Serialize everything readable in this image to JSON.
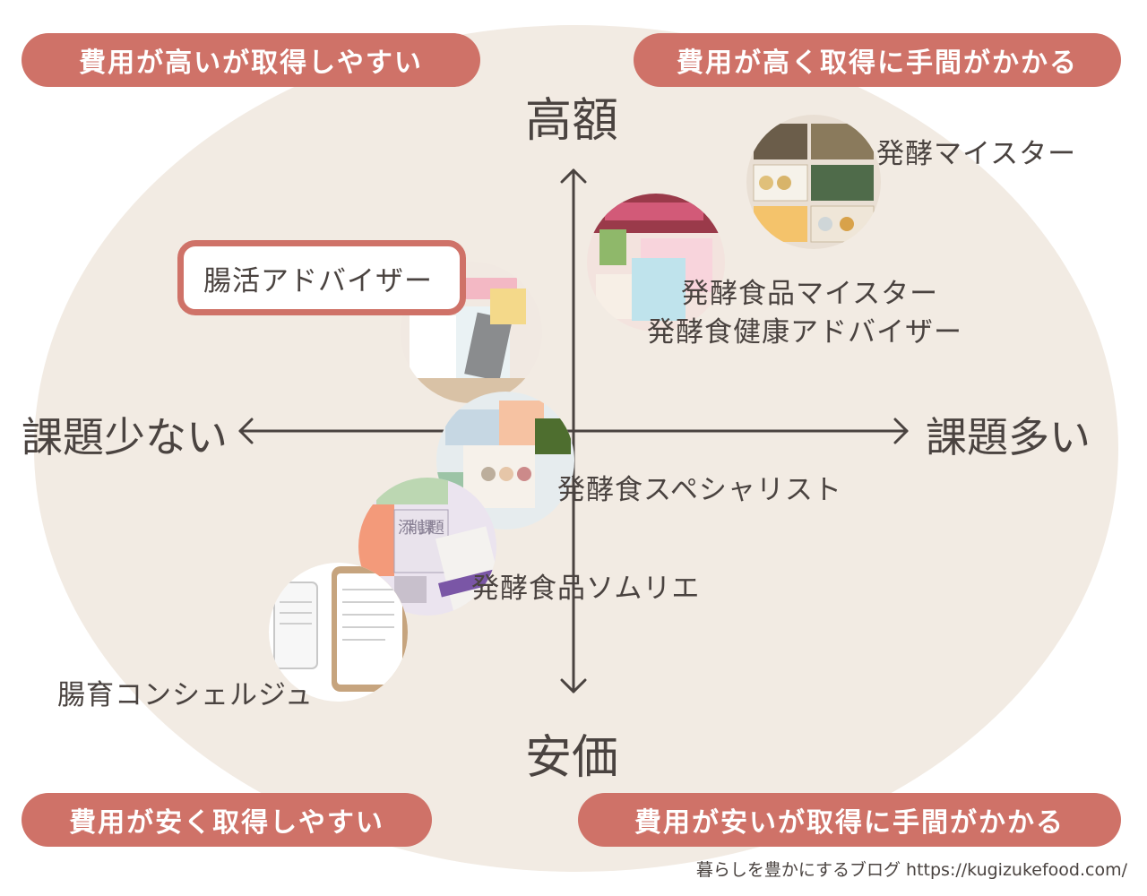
{
  "quadrants": {
    "top_left": "費用が高いが取得しやすい",
    "top_right": "費用が高く取得に手間がかかる",
    "bottom_left": "費用が安く取得しやすい",
    "bottom_right": "費用が安いが取得に手間がかかる"
  },
  "axes": {
    "top": "高額",
    "bottom": "安価",
    "left": "課題少ない",
    "right": "課題多い"
  },
  "certifications": {
    "hakko_meister": "発酵マイスター",
    "hakko_shokuhin_meister": "発酵食品マイスター",
    "hakko_health_advisor": "発酵食健康アドバイザー",
    "chokatsu_advisor": "腸活アドバイザー",
    "hakko_specialist": "発酵食スペシャリスト",
    "hakko_sommelier": "発酵食品ソムリエ",
    "choiku_concierge": "腸育コンシェルジュ"
  },
  "photo_texts": {
    "tensaku": "添削課題"
  },
  "credit": "暮らしを豊かにするブログ https://kugizukefood.com/",
  "colors": {
    "pill": "#cf7268",
    "ellipse": "#f2ebe3",
    "text": "#4a4340"
  }
}
